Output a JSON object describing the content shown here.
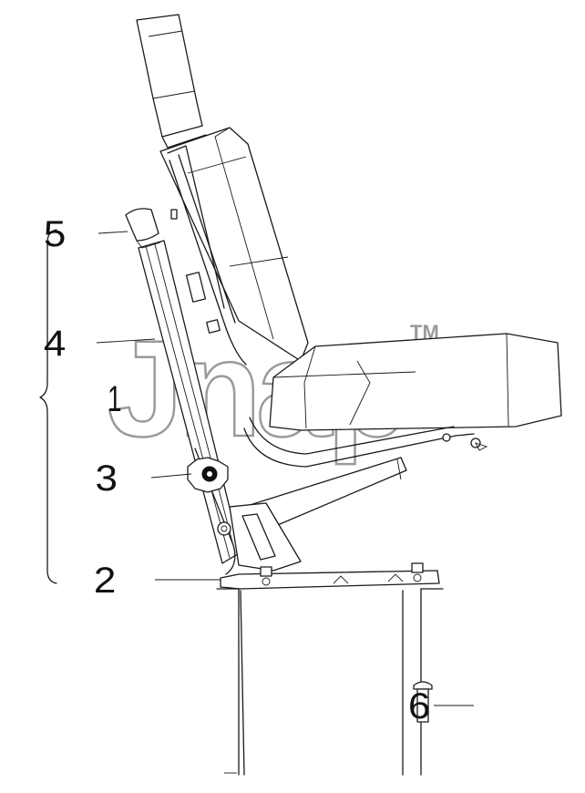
{
  "watermark": {
    "text": "Jnap",
    "tm": "TM"
  },
  "callouts": {
    "c1": "1",
    "c2": "2",
    "c3": "3",
    "c4": "4",
    "c5": "5",
    "c6": "6"
  }
}
